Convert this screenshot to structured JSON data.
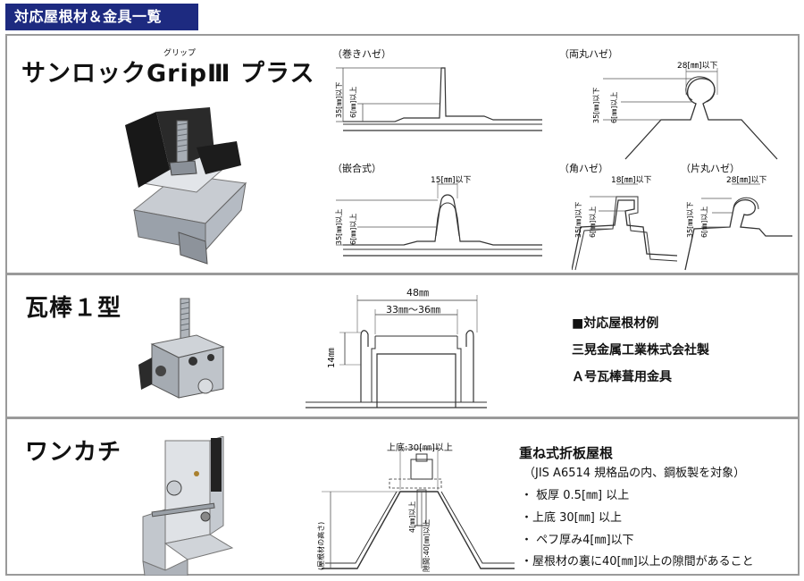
{
  "header": {
    "title": "対応屋根材＆金具一覧"
  },
  "sections": {
    "s1": {
      "ruby": "グリップ",
      "product_name": "サンロックGripⅢ プラス",
      "diagrams": {
        "makihaze": {
          "label": "（巻きハゼ）",
          "h35": "35[㎜]以下",
          "h6": "6[㎜]以上"
        },
        "ryomaru": {
          "label": "（両丸ハゼ）",
          "w": "28[㎜]以下",
          "h35": "35[㎜]以下",
          "h6": "6[㎜]以上"
        },
        "kangou": {
          "label": "（嵌合式）",
          "w": "15[㎜]以下",
          "h35": "35[㎜]以上",
          "h6": "6[㎜]以上"
        },
        "kakuhaze": {
          "label": "（角ハゼ）",
          "w": "18[㎜]以下",
          "h35": "35[㎜]以下",
          "h6": "6[㎜]以上"
        },
        "katamaru": {
          "label": "（片丸ハゼ）",
          "w": "28[㎜]以下",
          "h35": "35[㎜]以下",
          "h6": "6[㎜]以上"
        }
      }
    },
    "s2": {
      "product_name": "瓦棒１型",
      "dims": {
        "outer": "48㎜",
        "inner": "33㎜〜36㎜",
        "height": "14㎜"
      },
      "notes": [
        "■対応屋根材例",
        "三晃金属工業株式会社製",
        "Ａ号瓦棒葺用金具"
      ]
    },
    "s3": {
      "product_name": "ワンカチ",
      "dims": {
        "top": "上底:30[㎜]以上",
        "thickness": "4[㎜]以上",
        "gap": "隙間:40[㎜]以上",
        "roof_h": "(屋根材の高さ)"
      },
      "title": "重ね式折板屋根",
      "subtitle": "（JIS A6514 規格品の内、鋼板製を対象）",
      "bullets": [
        "・ 板厚 0.5[㎜] 以上",
        "・上底 30[㎜] 以上",
        "・ ペフ厚み4[㎜]以下",
        "・屋根材の裏に40[㎜]以上の隙間があること"
      ]
    }
  }
}
